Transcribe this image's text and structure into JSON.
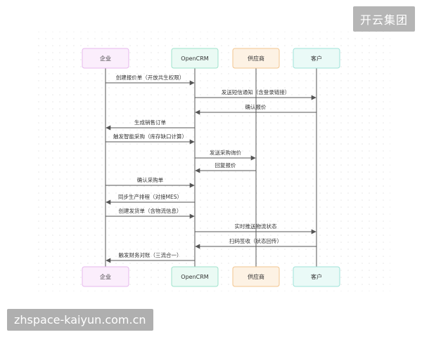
{
  "watermarks": {
    "top": "开云集团",
    "bottom": "zhspace-kaiyun.com.cn"
  },
  "participants": [
    {
      "id": "enterprise",
      "label": "企业",
      "fill": "#fbeefc",
      "stroke": "#e7b8ee"
    },
    {
      "id": "opencrm",
      "label": "OpenCRM",
      "fill": "#eafaf4",
      "stroke": "#9fe3cc"
    },
    {
      "id": "supplier",
      "label": "供应商",
      "fill": "#fdf2e4",
      "stroke": "#f2c58f"
    },
    {
      "id": "customer",
      "label": "客户",
      "fill": "#eafaf7",
      "stroke": "#9fe3d9"
    }
  ],
  "messages": [
    {
      "from": 0,
      "to": 1,
      "label": "创建报价单（开放共生权限）"
    },
    {
      "from": 1,
      "to": 3,
      "label": "发送短信通知（含登录链接）"
    },
    {
      "from": 3,
      "to": 1,
      "label": "确认报价"
    },
    {
      "from": 1,
      "to": 0,
      "label": "生成销售订单"
    },
    {
      "from": 0,
      "to": 1,
      "label": "触发智能采购（库存缺口计算）"
    },
    {
      "from": 1,
      "to": 2,
      "label": "发送采购询价"
    },
    {
      "from": 2,
      "to": 1,
      "label": "回复报价"
    },
    {
      "from": 0,
      "to": 1,
      "label": "确认采购单"
    },
    {
      "from": 1,
      "to": 0,
      "label": "同步生产排程（对接MES）"
    },
    {
      "from": 0,
      "to": 1,
      "label": "创建发货单（含物流信息）"
    },
    {
      "from": 1,
      "to": 3,
      "label": "实时推送物流状态"
    },
    {
      "from": 3,
      "to": 1,
      "label": "扫码签收（状态回传）"
    },
    {
      "from": 1,
      "to": 0,
      "label": "触发财务对账（三流合一）"
    }
  ],
  "colors": {
    "line": "#555555",
    "text": "#333333",
    "dots": "#e8e8e8"
  }
}
